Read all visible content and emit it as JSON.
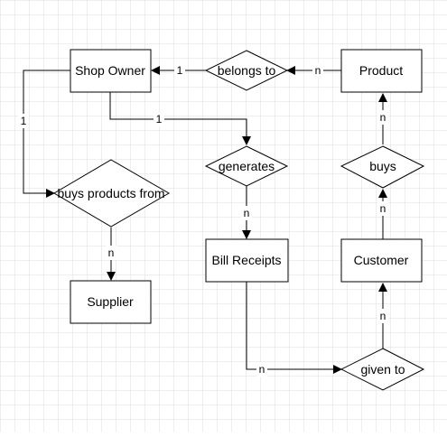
{
  "entities": {
    "shop_owner": "Shop Owner",
    "product": "Product",
    "supplier": "Supplier",
    "bill_receipts": "Bill Receipts",
    "customer": "Customer"
  },
  "relationships": {
    "belongs_to": "belongs to",
    "buys_products_from": "buys products from",
    "generates": "generates",
    "buys": "buys",
    "given_to": "given to"
  },
  "cardinalities": {
    "belongs_to_shop_owner": "1",
    "belongs_to_product": "n",
    "owner_buys_from": "1",
    "buys_from_supplier": "n",
    "owner_generates": "1",
    "generates_bill": "n",
    "customer_buys": "n",
    "buys_product": "n",
    "bill_given_to": "n",
    "given_to_customer": "n"
  },
  "colors": {
    "grid": "#dedede",
    "stroke": "#000000",
    "fill": "#ffffff"
  }
}
